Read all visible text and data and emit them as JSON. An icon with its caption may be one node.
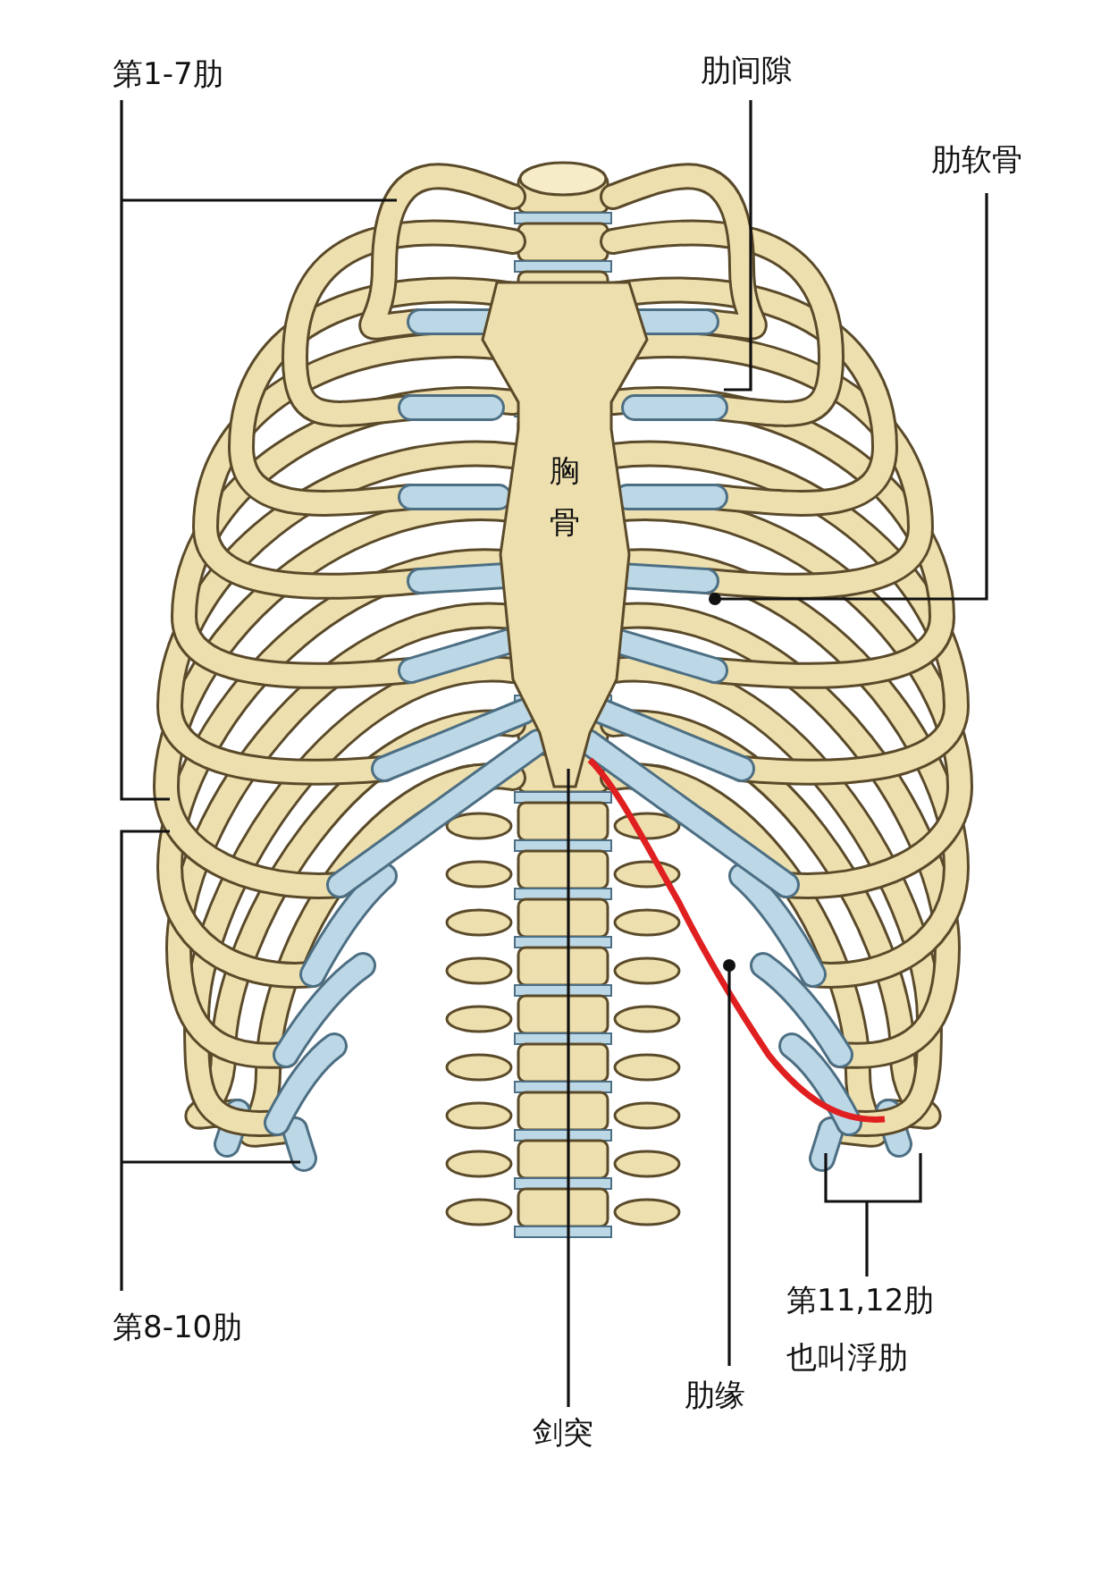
{
  "diagram": {
    "nodes": [
      {
        "text": [
          "第1-7肋"
        ]
      },
      {
        "text": [
          "肋间隙"
        ]
      },
      {
        "text": [
          "肋软骨"
        ]
      },
      {
        "text": [
          "第8-10肋"
        ]
      },
      {
        "text": [
          "剑突"
        ]
      },
      {
        "text": [
          "肋缘"
        ]
      },
      {
        "text": [
          "第11,12肋",
          "也叫浮肋"
        ]
      }
    ],
    "edges": [
      {
        "from": 0,
        "to": null,
        "arrow": "none"
      },
      {
        "from": 1,
        "to": null,
        "arrow": "none"
      },
      {
        "from": 2,
        "to": null,
        "arrow": "other"
      },
      {
        "from": 3,
        "to": null,
        "arrow": "none"
      },
      {
        "from": 4,
        "to": null,
        "arrow": "none"
      },
      {
        "from": 5,
        "to": null,
        "arrow": "other"
      },
      {
        "from": 6,
        "to": null,
        "arrow": "none"
      }
    ],
    "labels": [
      "胸骨"
    ]
  }
}
